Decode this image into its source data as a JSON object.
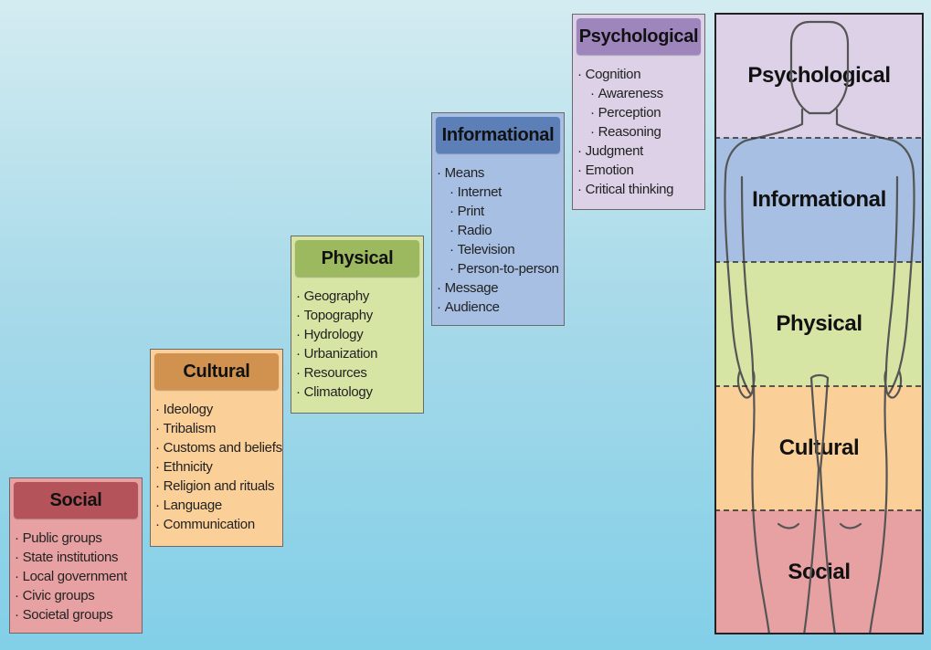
{
  "colors": {
    "social": {
      "fill": "#e8a1a2",
      "header": "#b4545a"
    },
    "cultural": {
      "fill": "#fbcf98",
      "header": "#d0924e"
    },
    "physical": {
      "fill": "#d6e4a4",
      "header": "#9db95f"
    },
    "informational": {
      "fill": "#a6bfe3",
      "header": "#5d7fb8"
    },
    "psychological": {
      "fill": "#dcd1e6",
      "header": "#9e86bd"
    }
  },
  "cards": {
    "social": {
      "title": "Social",
      "items": [
        "Public groups",
        "State institutions",
        "Local government",
        "Civic groups",
        "Societal groups"
      ]
    },
    "cultural": {
      "title": "Cultural",
      "items": [
        "Ideology",
        "Tribalism",
        "Customs and beliefs",
        "Ethnicity",
        "Religion and rituals",
        "Language",
        "Communication"
      ]
    },
    "physical": {
      "title": "Physical",
      "items": [
        "Geography",
        "Topography",
        "Hydrology",
        "Urbanization",
        "Resources",
        "Climatology"
      ]
    },
    "informational": {
      "title": "Informational",
      "items": [
        "Means",
        "Internet",
        "Print",
        "Radio",
        "Television",
        "Person-to-person",
        "Message",
        "Audience"
      ]
    },
    "psychological": {
      "title": "Psychological",
      "items": [
        "Cognition",
        "Awareness",
        "Perception",
        "Reasoning",
        "Judgment",
        "Emotion",
        "Critical thinking"
      ]
    }
  },
  "body_panel": {
    "bands": [
      "Psychological",
      "Informational",
      "Physical",
      "Cultural",
      "Social"
    ]
  }
}
